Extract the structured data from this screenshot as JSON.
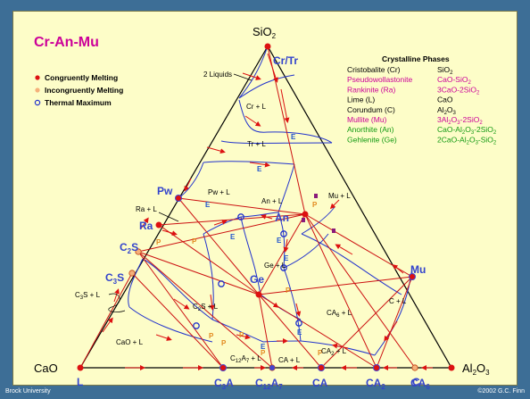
{
  "title": "Cr-An-Mu",
  "legend": {
    "congruent": "Congruently Melting",
    "incongruent": "Incongruently Melting",
    "thermal": "Thermal Maximum"
  },
  "vertices": {
    "top": "SiO",
    "top_sub": "2",
    "left": "CaO",
    "right": "Al",
    "right_sub1": "2",
    "right_mid": "O",
    "right_sub2": "3"
  },
  "phases_title": "Crystalline Phases",
  "phases": [
    {
      "name": "Cristobalite (Cr)",
      "formula": "SiO|2",
      "color": "#000000"
    },
    {
      "name": "Pseudowollastonite",
      "formula": "CaO-SiO|2",
      "color": "#cc0099"
    },
    {
      "name": "Rankinite (Ra)",
      "formula": "3CaO-2SiO|2",
      "color": "#cc0099"
    },
    {
      "name": "Lime (L)",
      "formula": "CaO",
      "color": "#000000"
    },
    {
      "name": "Corundum (C)",
      "formula": "Al|2|O|3",
      "color": "#000000"
    },
    {
      "name": "Mullite (Mu)",
      "formula": "3Al|2|O|3|-2SiO|2",
      "color": "#cc0099"
    },
    {
      "name": "Anorthite (An)",
      "formula": "CaO-Al|2|O|3|-2SiO|2",
      "color": "#119911"
    },
    {
      "name": "Gehlenite (Ge)",
      "formula": "2CaO-Al|2|O|3|-SiO|2",
      "color": "#119911"
    }
  ],
  "phase_labels": {
    "cr_tr": "Cr/Tr",
    "pw": "Pw",
    "ra": "Ra",
    "c2s": "C",
    "c2s_sub": "2",
    "c2s_s": "S",
    "c3s": "C",
    "c3s_sub": "3",
    "c3s_s": "S",
    "an": "An",
    "ge": "Ge",
    "mu": "Mu",
    "l": "L",
    "c": "C",
    "c3a": "C",
    "c3a_sub": "3",
    "c3a_a": "A",
    "c12a7": "C",
    "c12a7_sub1": "12",
    "c12a7_a": "A",
    "c12a7_sub2": "7",
    "ca": "CA",
    "ca2": "CA",
    "ca2_sub": "2",
    "ca6": "CA",
    "ca6_sub": "6"
  },
  "field_labels": {
    "two_liquids": "2 Liquids",
    "cr_l": "Cr + L",
    "tr_l": "Tr + L",
    "pw_l": "Pw + L",
    "an_l": "An + L",
    "mu_l": "Mu + L",
    "ra_l": "Ra + L",
    "ge_l": "Ge + L",
    "c2s_l_a": "C",
    "c2s_l_sub": "2",
    "c2s_l_b": "S + L",
    "c3s_l_a": "C",
    "c3s_l_sub": "3",
    "c3s_l_b": "S + L",
    "cao_l": "CaO + L",
    "ca6_l_a": "CA",
    "ca6_l_sub": "6",
    "ca6_l_b": " + L",
    "c_l": "C + L",
    "ca2_l_a": "CA",
    "ca2_l_sub": "2",
    "ca2_l_b": " + L",
    "ca_l": "CA + L",
    "c12a7_l_a": "C",
    "c12a7_l_sub": "12",
    "c12a7_l_b": "A",
    "c12a7_l_sub2": "7",
    "c12a7_l_c": " + L"
  },
  "point_marks": {
    "e": "E",
    "p": "P"
  },
  "footer": {
    "left": "Brock University",
    "right": "©2002 G.C. Finn"
  }
}
